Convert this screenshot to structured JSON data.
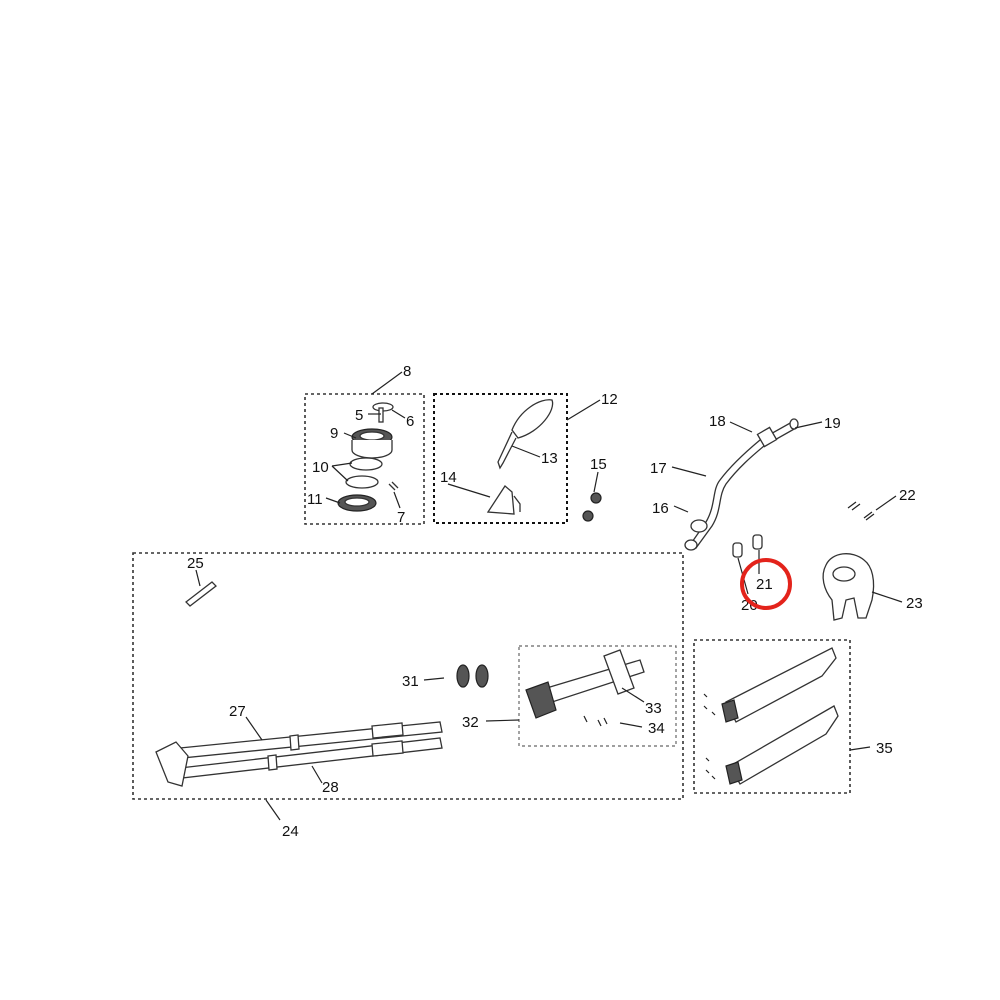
{
  "diagram": {
    "type": "exploded-parts-diagram",
    "callouts": [
      "5",
      "6",
      "7",
      "8",
      "9",
      "10",
      "11",
      "12",
      "13",
      "14",
      "15",
      "16",
      "17",
      "18",
      "19",
      "20",
      "21",
      "22",
      "23",
      "24",
      "25",
      "27",
      "28",
      "31",
      "32",
      "33",
      "34",
      "35"
    ],
    "highlighted_callout": "21",
    "highlight_color": "#e3231b"
  }
}
